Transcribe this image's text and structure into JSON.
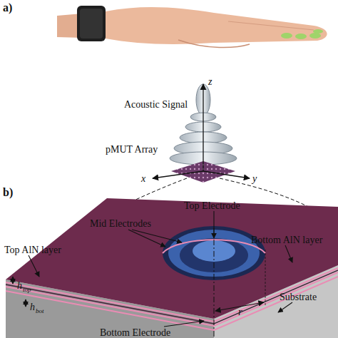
{
  "diagram": {
    "labels": [
      "a)",
      "z",
      "Acoustic Signal",
      "pMUT Array",
      "x",
      "y",
      "b)",
      "Top Electrode",
      "Mid Electrodes",
      "Bottom AlN layer",
      "Top AlN layer",
      "h",
      "top",
      "h",
      "bot",
      "r",
      "Substrate",
      "Bottom Electrode"
    ]
  }
}
